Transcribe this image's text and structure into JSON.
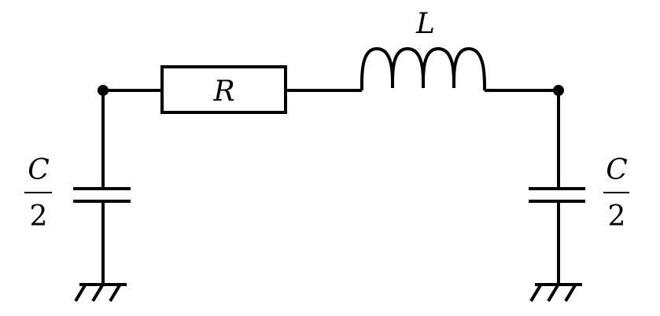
{
  "diagram": {
    "components": {
      "resistor": {
        "label": "R"
      },
      "inductor": {
        "label": "L"
      },
      "capacitor_left": {
        "numerator": "C",
        "denominator": "2"
      },
      "capacitor_right": {
        "numerator": "C",
        "denominator": "2"
      }
    },
    "colors": {
      "wire": "#000000",
      "background": "#ffffff"
    }
  }
}
